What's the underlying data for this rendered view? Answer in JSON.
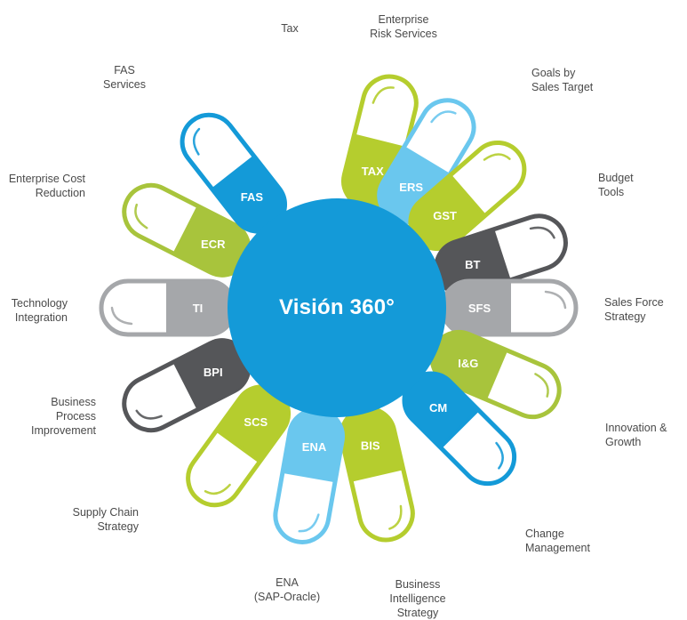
{
  "center": {
    "title": "Visión 360°",
    "color": "#149ad8"
  },
  "colors": {
    "green": "#a8c43c",
    "lime": "#b5cd2e",
    "blue": "#149ad8",
    "light_blue": "#6ac7ee",
    "dark_gray": "#555659",
    "light_gray": "#a5a7aa"
  },
  "pills": [
    {
      "abbr": "TAX",
      "label_lines": [
        "Tax"
      ],
      "color": "#b5cd2e"
    },
    {
      "abbr": "ERS",
      "label_lines": [
        "Enterprise",
        "Risk Services"
      ],
      "color": "#6ac7ee"
    },
    {
      "abbr": "GST",
      "label_lines": [
        "Goals by",
        "Sales Target"
      ],
      "color": "#b5cd2e"
    },
    {
      "abbr": "BT",
      "label_lines": [
        "Budget",
        "Tools"
      ],
      "color": "#555659"
    },
    {
      "abbr": "SFS",
      "label_lines": [
        "Sales Force",
        "Strategy"
      ],
      "color": "#a5a7aa"
    },
    {
      "abbr": "I&G",
      "label_lines": [
        "Innovation &",
        "Growth"
      ],
      "color": "#a8c43c"
    },
    {
      "abbr": "CM",
      "label_lines": [
        "Change",
        "Management"
      ],
      "color": "#149ad8"
    },
    {
      "abbr": "BIS",
      "label_lines": [
        "Business",
        "Intelligence",
        "Strategy"
      ],
      "color": "#b5cd2e"
    },
    {
      "abbr": "ENA",
      "label_lines": [
        "ENA",
        "(SAP-Oracle)"
      ],
      "color": "#6ac7ee"
    },
    {
      "abbr": "SCS",
      "label_lines": [
        "Supply Chain",
        "Strategy"
      ],
      "color": "#b5cd2e"
    },
    {
      "abbr": "BPI",
      "label_lines": [
        "Business",
        "Process",
        "Improvement"
      ],
      "color": "#555659"
    },
    {
      "abbr": "TI",
      "label_lines": [
        "Technology",
        "Integration"
      ],
      "color": "#a5a7aa"
    },
    {
      "abbr": "ECR",
      "label_lines": [
        "Enterprise Cost",
        "Reduction"
      ],
      "color": "#a8c43c"
    },
    {
      "abbr": "FAS",
      "label_lines": [
        "FAS",
        "Services"
      ],
      "color": "#149ad8"
    }
  ]
}
